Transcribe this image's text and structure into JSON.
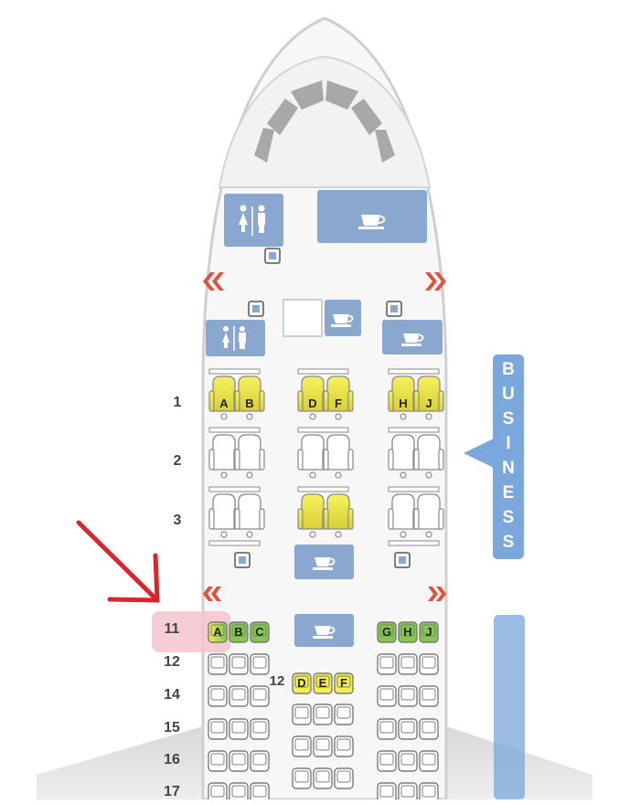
{
  "cabin": {
    "label_letters": [
      "B",
      "U",
      "S",
      "I",
      "N",
      "E",
      "S",
      "S"
    ],
    "colors": {
      "facility": "#8aa7cf",
      "business_band": "#7aa7dc",
      "exit_arrow": "#e0533a",
      "seat_yellow": "#f2ee4b",
      "seat_green": "#84c74e",
      "highlight": "#f5c4cc",
      "annotation_arrow": "#d9262c"
    }
  },
  "rows": [
    {
      "number": "1",
      "seats": {
        "left": [
          "A",
          "B"
        ],
        "center": [
          "D",
          "F"
        ],
        "right": [
          "H",
          "J"
        ]
      }
    },
    {
      "number": "2",
      "seats": {
        "left": [
          "",
          ""
        ],
        "center": [
          "",
          ""
        ],
        "right": [
          "",
          ""
        ]
      }
    },
    {
      "number": "3",
      "seats": {
        "left": [
          "",
          ""
        ],
        "center": [
          "",
          ""
        ],
        "right": [
          "",
          ""
        ]
      }
    },
    {
      "number": "11",
      "seats": {
        "left": [
          "A",
          "B",
          "C"
        ],
        "center": [],
        "right": [
          "G",
          "H",
          "J"
        ]
      }
    },
    {
      "number": "12",
      "seats": {
        "left": [
          "",
          "",
          ""
        ],
        "center": [
          "D",
          "E",
          "F"
        ],
        "right": [
          "",
          "",
          ""
        ]
      }
    },
    {
      "number": "14",
      "seats": {
        "left": [
          "",
          "",
          ""
        ],
        "center": [
          "",
          "",
          ""
        ],
        "right": [
          "",
          "",
          ""
        ]
      }
    },
    {
      "number": "15",
      "seats": {
        "left": [
          "",
          "",
          ""
        ],
        "center": [
          "",
          "",
          ""
        ],
        "right": [
          "",
          "",
          ""
        ]
      }
    },
    {
      "number": "16",
      "seats": {
        "left": [
          "",
          "",
          ""
        ],
        "center": [
          "",
          "",
          ""
        ],
        "right": [
          "",
          "",
          ""
        ]
      }
    },
    {
      "number": "17",
      "seats": {
        "left": [
          "",
          "",
          ""
        ],
        "center": [
          "",
          "",
          ""
        ],
        "right": [
          "",
          "",
          ""
        ]
      }
    }
  ],
  "seat_status": {
    "business": {
      "1": "yellow",
      "2": "empty",
      "3-left": "empty",
      "3-center": "yellow",
      "3-right": "empty"
    },
    "economy": {
      "11-A": "green-yellow",
      "11-B": "green",
      "11-C": "green",
      "11-G": "green",
      "11-H": "green",
      "11-J": "green",
      "12-center": "yellow"
    }
  },
  "facilities": [
    "lavatory-icon",
    "galley-icon"
  ],
  "highlighted_row": "11"
}
